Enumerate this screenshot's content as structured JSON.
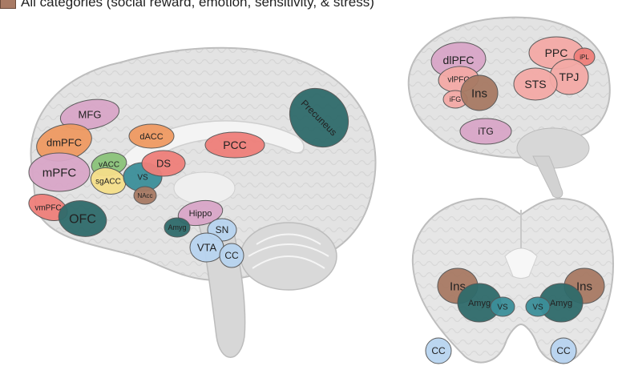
{
  "legend": {
    "label": "All categories (social reward, emotion, sensitivity, & stress)",
    "swatch_color": "#a87a64"
  },
  "category_colors": {
    "brown": "#a87a64",
    "pink": "#d9a6c8",
    "orange": "#ef9a62",
    "salmon": "#ef7f7a",
    "rose": "#f4aaa6",
    "teal": "#2f6b6b",
    "green": "#8bc37a",
    "yellow": "#f5df8a",
    "light_blue": "#b8d4f0",
    "cyan_teal": "#3c8f9a"
  },
  "regions": [
    {
      "id": "mfg",
      "label": "MFG",
      "color": "pink"
    },
    {
      "id": "dmpfc",
      "label": "dmPFC",
      "color": "orange"
    },
    {
      "id": "mpfc",
      "label": "mPFC",
      "color": "pink"
    },
    {
      "id": "vmpfc",
      "label": "vmPFC",
      "color": "salmon"
    },
    {
      "id": "ofc",
      "label": "OFC",
      "color": "teal"
    },
    {
      "id": "vacc",
      "label": "vACC",
      "color": "green"
    },
    {
      "id": "sgacc",
      "label": "sgACC",
      "color": "yellow"
    },
    {
      "id": "vs-sag",
      "label": "VS",
      "color": "cyan_teal"
    },
    {
      "id": "nacc",
      "label": "NAcc",
      "color": "brown"
    },
    {
      "id": "dacc",
      "label": "dACC",
      "color": "orange"
    },
    {
      "id": "ds",
      "label": "DS",
      "color": "salmon"
    },
    {
      "id": "pcc",
      "label": "PCC",
      "color": "salmon"
    },
    {
      "id": "precuneus",
      "label": "Precuneus",
      "color": "teal"
    },
    {
      "id": "hippo",
      "label": "Hippo",
      "color": "pink"
    },
    {
      "id": "amyg-sag",
      "label": "Amyg",
      "color": "teal"
    },
    {
      "id": "sn",
      "label": "SN",
      "color": "light_blue"
    },
    {
      "id": "vta",
      "label": "VTA",
      "color": "light_blue"
    },
    {
      "id": "cc-sag",
      "label": "CC",
      "color": "light_blue"
    },
    {
      "id": "dlpfc",
      "label": "dlPFC",
      "color": "pink"
    },
    {
      "id": "vlpfc",
      "label": "vlPFC",
      "color": "rose"
    },
    {
      "id": "ifg",
      "label": "iFG",
      "color": "rose"
    },
    {
      "id": "ins-lat",
      "label": "Ins",
      "color": "brown"
    },
    {
      "id": "itg",
      "label": "iTG",
      "color": "pink"
    },
    {
      "id": "ppc",
      "label": "PPC",
      "color": "rose"
    },
    {
      "id": "ipl",
      "label": "iPL",
      "color": "salmon"
    },
    {
      "id": "tpj",
      "label": "TPJ",
      "color": "rose"
    },
    {
      "id": "sts",
      "label": "STS",
      "color": "rose"
    },
    {
      "id": "ins-l",
      "label": "Ins",
      "color": "brown"
    },
    {
      "id": "ins-r",
      "label": "Ins",
      "color": "brown"
    },
    {
      "id": "amyg-l",
      "label": "Amyg",
      "color": "teal"
    },
    {
      "id": "amyg-r",
      "label": "Amyg",
      "color": "teal"
    },
    {
      "id": "vs-l",
      "label": "VS",
      "color": "cyan_teal"
    },
    {
      "id": "vs-r",
      "label": "VS",
      "color": "cyan_teal"
    },
    {
      "id": "cc-l",
      "label": "CC",
      "color": "light_blue"
    },
    {
      "id": "cc-r",
      "label": "CC",
      "color": "light_blue"
    }
  ]
}
